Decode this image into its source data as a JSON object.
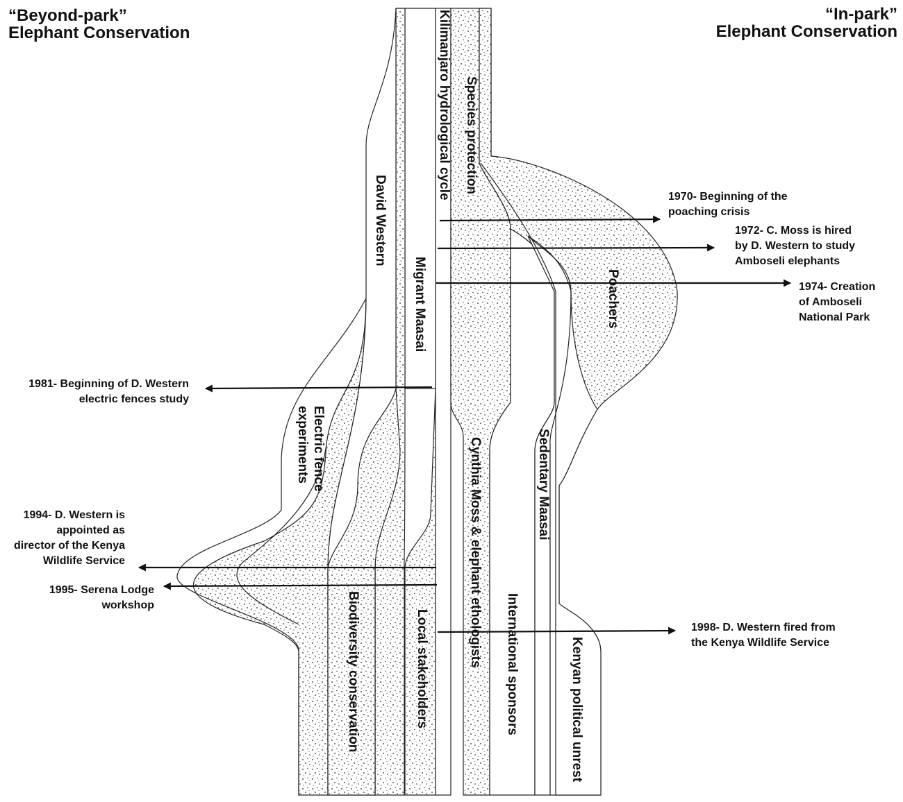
{
  "titles": {
    "left": [
      "“Beyond-park”",
      "Elephant Conservation"
    ],
    "right": [
      "“In-park”",
      "Elephant Conservation"
    ]
  },
  "bands": {
    "david_western": "David Western",
    "migrant_maasai": "Migrant Maasai",
    "kilimanjaro": "Kilimanjaro hydrological cycle",
    "species_protection": "Species protection",
    "poachers": "Poachers",
    "electric_fence": "Electric fence experiments",
    "biodiversity": "Biodiversity conservation",
    "local_stakeholders": "Local stakeholders",
    "cynthia_moss": "Cynthia Moss & elephant ethologists",
    "international_sponsors": "International sponsors",
    "sedentary_maasai": "Sedentary Maasai",
    "kenyan_political_unrest": "Kenyan political unrest"
  },
  "events": {
    "e1970": "1970- Beginning of the\npoaching crisis",
    "e1972": "1972- C. Moss is hired\nby D. Western to study\nAmboseli elephants",
    "e1974": "1974- Creation\nof Amboseli\nNational Park",
    "e1981": "1981- Beginning of D. Western\nelectric fences study",
    "e1994": "1994- D. Western is\nappointed as\ndirector of the Kenya\nWildlife Service",
    "e1995": "1995- Serena Lodge\nworkshop",
    "e1998": "1998- D. Western fired from\nthe Kenya Wildlife Service"
  }
}
